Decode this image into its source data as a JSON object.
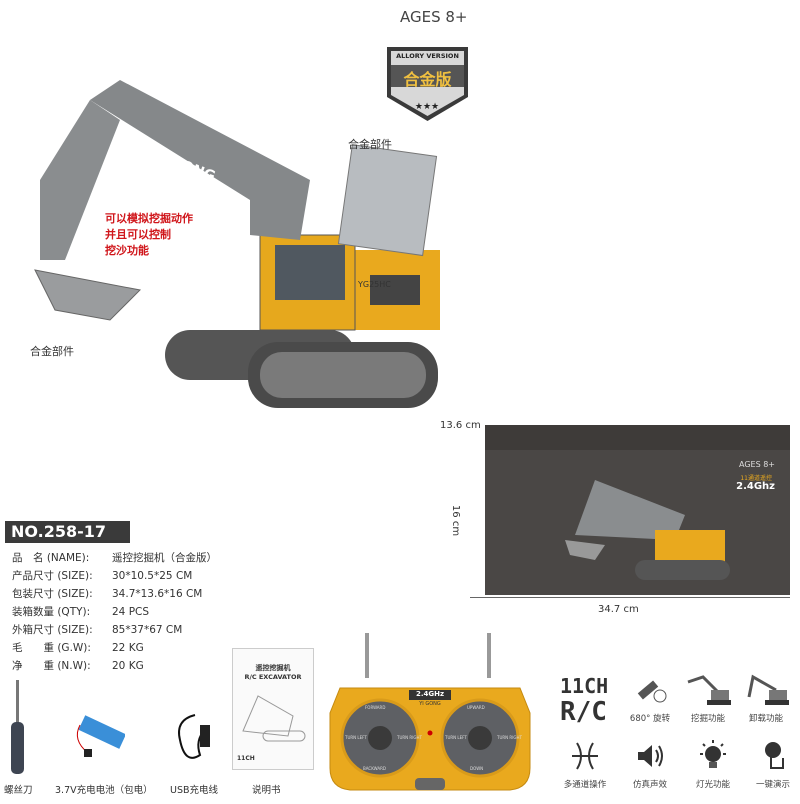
{
  "header": {
    "ages": "AGES 8+",
    "badge_top": "ALLORY VERSION",
    "badge_main": "合金版"
  },
  "callouts": {
    "alloy_top": "合金部件",
    "alloy_bottom": "合金部件",
    "dig_lines": [
      "可以模拟挖掘动作",
      "并且可以控制",
      "挖沙功能"
    ]
  },
  "toy": {
    "brand": "YIGONG",
    "model": "YG25HC"
  },
  "box": {
    "height_dim": "13.6 cm",
    "depth_dim": "16 cm",
    "width_dim": "34.7 cm",
    "ages": "AGES 8+",
    "channels": "11通道遥控",
    "freq": "2.4Ghz"
  },
  "specs": {
    "model_no": "NO.258-17",
    "rows": [
      {
        "key": "品　名 (NAME):",
        "value": "遥控挖掘机（合金版）"
      },
      {
        "key": "产品尺寸 (SIZE):",
        "value": "30*10.5*25 CM"
      },
      {
        "key": "包装尺寸 (SIZE):",
        "value": "34.7*13.6*16 CM"
      },
      {
        "key": "装箱数量 (QTY):",
        "value": "24 PCS"
      },
      {
        "key": "外箱尺寸 (SIZE):",
        "value": "85*37*67 CM"
      },
      {
        "key": "毛　　重 (G.W):",
        "value": "22 KG"
      },
      {
        "key": "净　　重 (N.W):",
        "value": "20 KG"
      }
    ]
  },
  "accessories": [
    {
      "label": "螺丝刀",
      "icon": "screwdriver-icon"
    },
    {
      "label": "3.7V充电电池（包电）",
      "icon": "battery-icon"
    },
    {
      "label": "USB充电线",
      "icon": "usb-cable-icon"
    },
    {
      "label": "说明书",
      "icon": "manual-icon"
    }
  ],
  "manual": {
    "title_cn": "遥控挖掘机",
    "title_en": "R/C EXCAVATOR",
    "ch": "11CH"
  },
  "controller": {
    "freq": "2.4GHz",
    "brand": "YI GONG",
    "left": [
      "FORWARD",
      "TURN LEFT",
      "TURN RIGHT",
      "BACKWARD"
    ],
    "right": [
      "UPWARD",
      "TURN LEFT",
      "TURN RIGHT",
      "DOWN"
    ]
  },
  "features": {
    "title_line1": "11CH",
    "title_line2": "R/C",
    "items": [
      {
        "label": "680° 旋转",
        "icon": "rotate-icon"
      },
      {
        "label": "挖掘功能",
        "icon": "excavate-icon"
      },
      {
        "label": "卸载功能",
        "icon": "unload-icon"
      },
      {
        "label": "多通道操作",
        "icon": "multichannel-icon"
      },
      {
        "label": "仿真声效",
        "icon": "speaker-icon"
      },
      {
        "label": "灯光功能",
        "icon": "light-bulb-icon"
      },
      {
        "label": "一键演示",
        "icon": "one-touch-icon"
      }
    ]
  },
  "colors": {
    "yellow": "#e9a91e",
    "grey": "#7d7f80",
    "dark_box": "#4a4745",
    "label_bg": "#3a3a3a",
    "red": "#d0161b"
  }
}
